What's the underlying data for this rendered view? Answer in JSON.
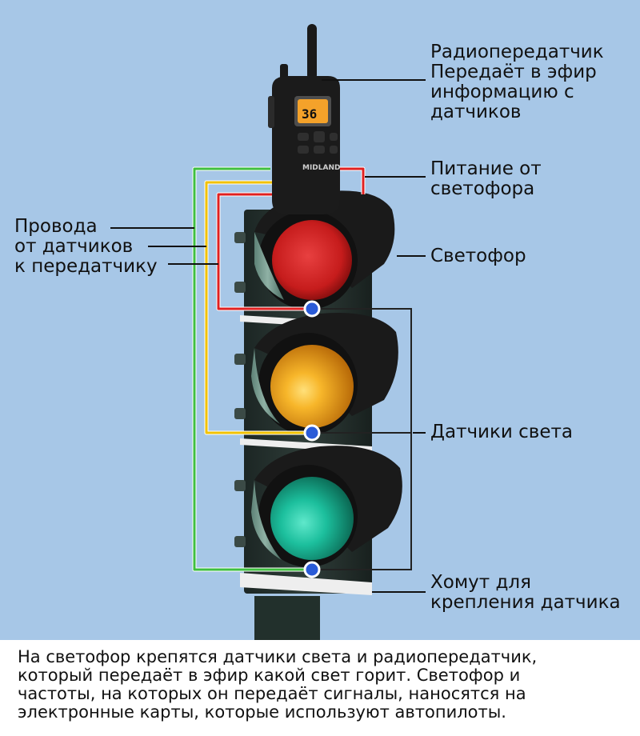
{
  "labels": {
    "transmitter": [
      "Радиопередатчик",
      "Передаёт в эфир",
      "информацию с",
      "датчиков"
    ],
    "power": [
      "Питание от",
      "светофора"
    ],
    "wires": [
      "Провода",
      "от датчиков",
      "к передатчику"
    ],
    "traffic_light": [
      "Светофор"
    ],
    "light_sensors": [
      "Датчики света"
    ],
    "clamp": [
      "Хомут для",
      "крепления датчика"
    ]
  },
  "radio": {
    "brand": "MIDLAND",
    "display_number": "36"
  },
  "caption": [
    "На светофор крепятся датчики света и радиопередатчик,",
    "который передаёт в эфир какой свет горит. Светофор и",
    "частоты, на которых он передаёт сигналы, наносятся на",
    "электронные карты, которые используют автопилоты."
  ],
  "colors": {
    "sky": "#a7c7e7",
    "red_lamp": "#d42222",
    "yellow_lamp": "#f2a21c",
    "green_lamp": "#20c7a6",
    "wire_green": "#3fbf3f",
    "wire_yellow": "#f2c200",
    "wire_red": "#e02020",
    "sensor": "#2a5bd7"
  }
}
